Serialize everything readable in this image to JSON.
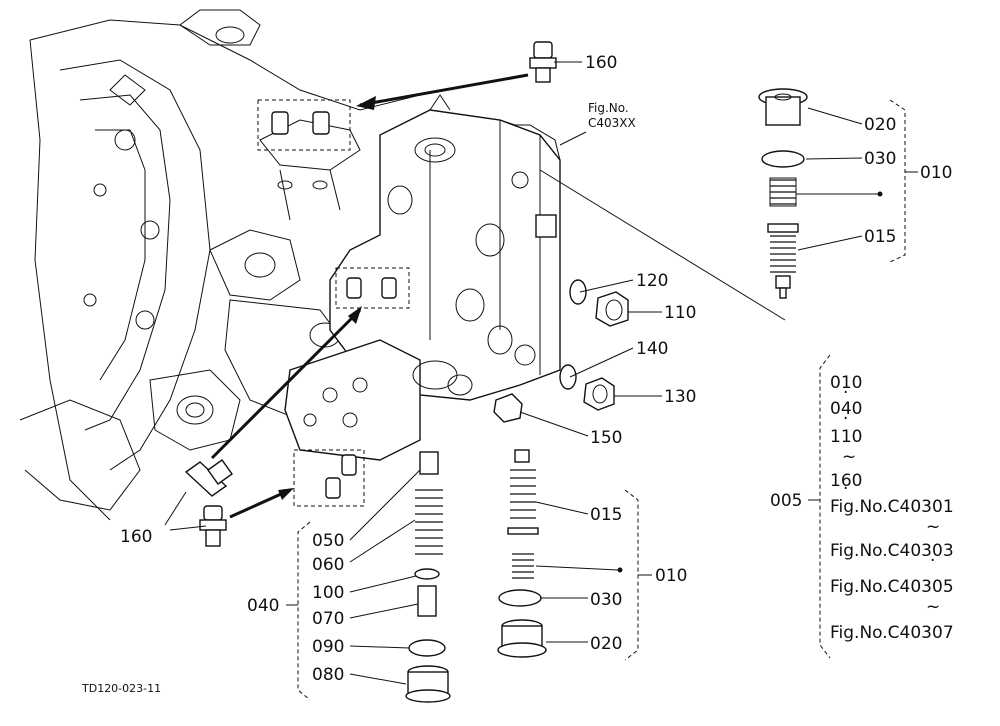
{
  "diagram": {
    "figure_ref": "Fig.No.\nC403XX",
    "drawing_code": "TD120-023-11",
    "callouts": {
      "p160_top": "160",
      "p160_left": "160",
      "p020_top": "020",
      "p030_top": "030",
      "p015_top": "015",
      "p010_top": "010",
      "p120": "120",
      "p110": "110",
      "p140": "140",
      "p130": "130",
      "p150": "150",
      "p015_bottom": "015",
      "p010_bottom": "010",
      "p030_bottom": "030",
      "p020_bottom": "020",
      "p050": "050",
      "p060": "060",
      "p100": "100",
      "p070": "070",
      "p090": "090",
      "p080": "080",
      "p040": "040",
      "p005": "005"
    },
    "legend_group": [
      "010",
      "040",
      "110",
      "160"
    ],
    "legend_figs": [
      "Fig.No.C40301",
      "Fig.No.C40303",
      "Fig.No.C40305",
      "Fig.No.C40307"
    ]
  }
}
